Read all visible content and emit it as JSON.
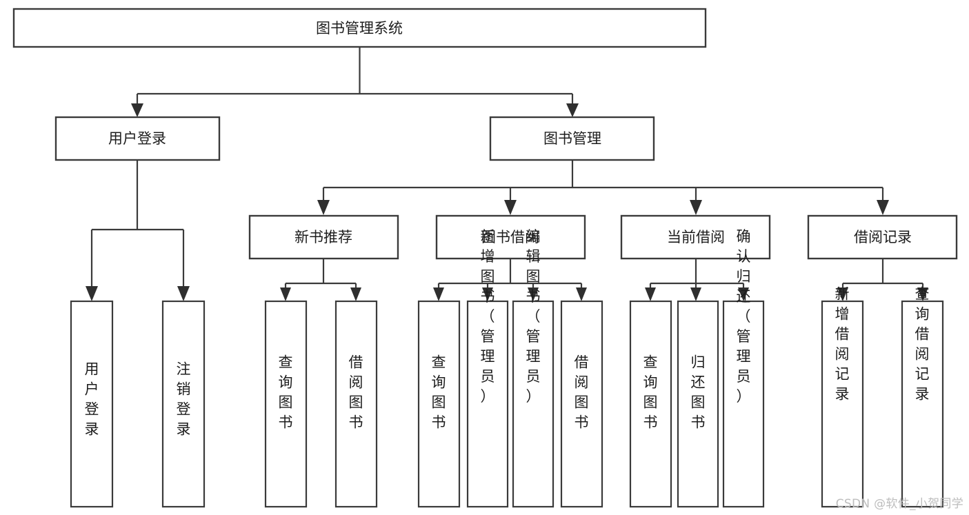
{
  "diagram": {
    "type": "tree-hierarchy-chart",
    "title": "图书管理系统",
    "colors": {
      "box_stroke": "#3a3a3a",
      "box_fill": "#ffffff",
      "connector": "#3a3a3a",
      "text": "#1d1d1d",
      "background": "#ffffff",
      "watermark": "#bdbdbd"
    },
    "root": {
      "id": "root",
      "label": "图书管理系统"
    },
    "level2": [
      {
        "id": "user-login",
        "label": "用户登录"
      },
      {
        "id": "book-management",
        "label": "图书管理"
      }
    ],
    "level3": [
      {
        "id": "new-book-recommend",
        "label": "新书推荐",
        "parent": "book-management"
      },
      {
        "id": "book-borrow",
        "label": "图书借阅",
        "parent": "book-management"
      },
      {
        "id": "current-borrow",
        "label": "当前借阅",
        "parent": "book-management"
      },
      {
        "id": "borrow-record",
        "label": "借阅记录",
        "parent": "book-management"
      }
    ],
    "leaves": [
      {
        "id": "leaf-user-login",
        "label": "用户登录",
        "parent": "user-login"
      },
      {
        "id": "leaf-logout-login",
        "label": "注销登录",
        "parent": "user-login"
      },
      {
        "id": "leaf-query-book-1",
        "label": "查询图书",
        "parent": "new-book-recommend"
      },
      {
        "id": "leaf-borrow-book-1",
        "label": "借阅图书",
        "parent": "new-book-recommend"
      },
      {
        "id": "leaf-query-book-2",
        "label": "查询图书",
        "parent": "book-borrow"
      },
      {
        "id": "leaf-add-book",
        "label": "新增图书（管理员）",
        "parent": "book-borrow"
      },
      {
        "id": "leaf-edit-book",
        "label": "编辑图书（管理员）",
        "parent": "book-borrow"
      },
      {
        "id": "leaf-borrow-book-2",
        "label": "借阅图书",
        "parent": "book-borrow"
      },
      {
        "id": "leaf-query-book-3",
        "label": "查询图书",
        "parent": "current-borrow"
      },
      {
        "id": "leaf-return-book",
        "label": "归还图书",
        "parent": "current-borrow"
      },
      {
        "id": "leaf-confirm-return",
        "label": "确认归还（管理员）",
        "parent": "current-borrow"
      },
      {
        "id": "leaf-add-record",
        "label": "新增借阅记录",
        "parent": "borrow-record"
      },
      {
        "id": "leaf-query-record",
        "label": "查询借阅记录",
        "parent": "borrow-record"
      }
    ]
  },
  "watermark": {
    "text": "CSDN @软件_小贺同学"
  }
}
